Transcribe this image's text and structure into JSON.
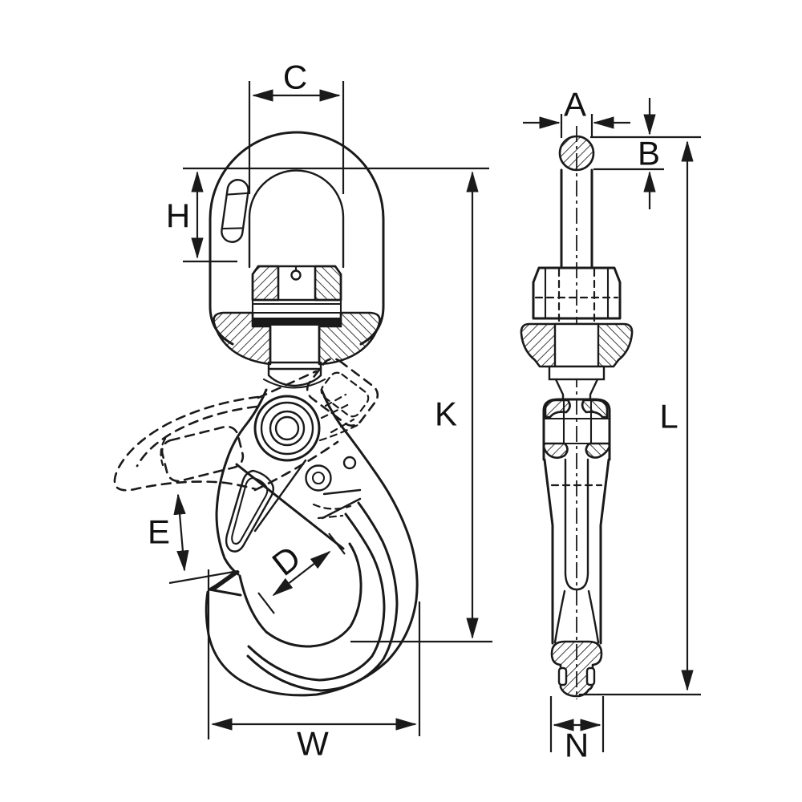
{
  "colors": {
    "ink": "#1a1a1a",
    "paper": "#ffffff"
  },
  "views": {
    "front": {
      "dims": {
        "C": "C",
        "H": "H",
        "K": "K",
        "E": "E",
        "D": "D",
        "W": "W"
      }
    },
    "side": {
      "dims": {
        "A": "A",
        "B": "B",
        "L": "L",
        "N": "N"
      }
    }
  }
}
